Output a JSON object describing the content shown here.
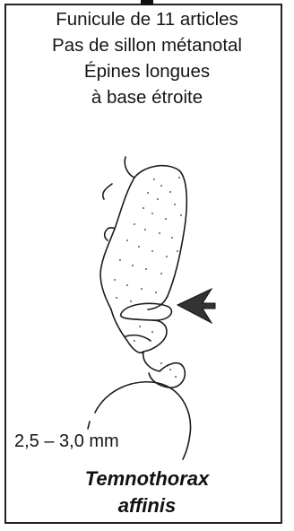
{
  "card": {
    "lines": [
      "Funicule de 11 articles",
      "Pas de sillon métanotal",
      "Épines longues",
      "à base étroite"
    ],
    "size_range": "2,5 – 3,0 mm",
    "species_genus": "Temnothorax",
    "species_epithet": "affinis"
  },
  "illustration": {
    "subject": "ant-mesosoma-lateral-view",
    "arrow_color": "#333333"
  }
}
